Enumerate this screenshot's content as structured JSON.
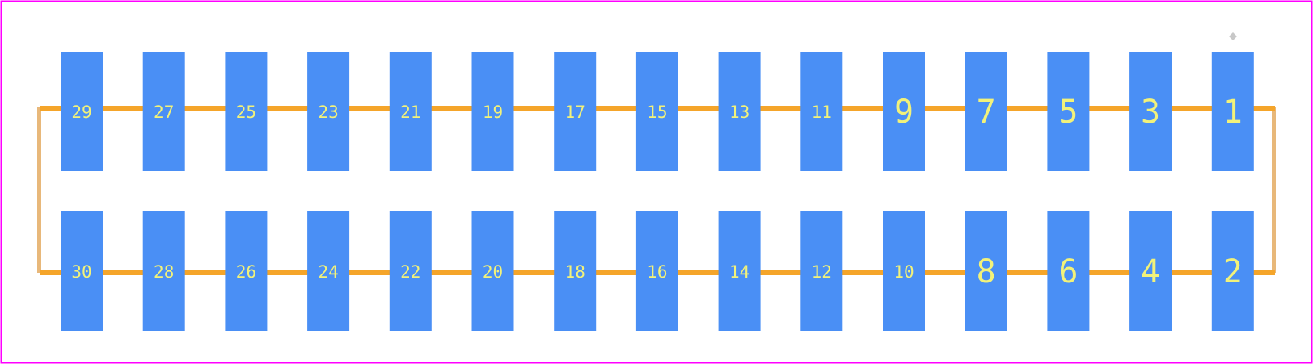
{
  "colors": {
    "board_outline": "#ff00ff",
    "pad_fill": "#4a8ff5",
    "pad_label": "#f2f27a",
    "trace": "#f5a52a",
    "side_rail": "#e8b87a",
    "pin1_marker": "#c8c8c8",
    "background": "#ffffff"
  },
  "pads": {
    "top_row": [
      "29",
      "27",
      "25",
      "23",
      "21",
      "19",
      "17",
      "15",
      "13",
      "11",
      "9",
      "7",
      "5",
      "3",
      "1"
    ],
    "bottom_row": [
      "30",
      "28",
      "26",
      "24",
      "22",
      "20",
      "18",
      "16",
      "14",
      "12",
      "10",
      "8",
      "6",
      "4",
      "2"
    ]
  }
}
